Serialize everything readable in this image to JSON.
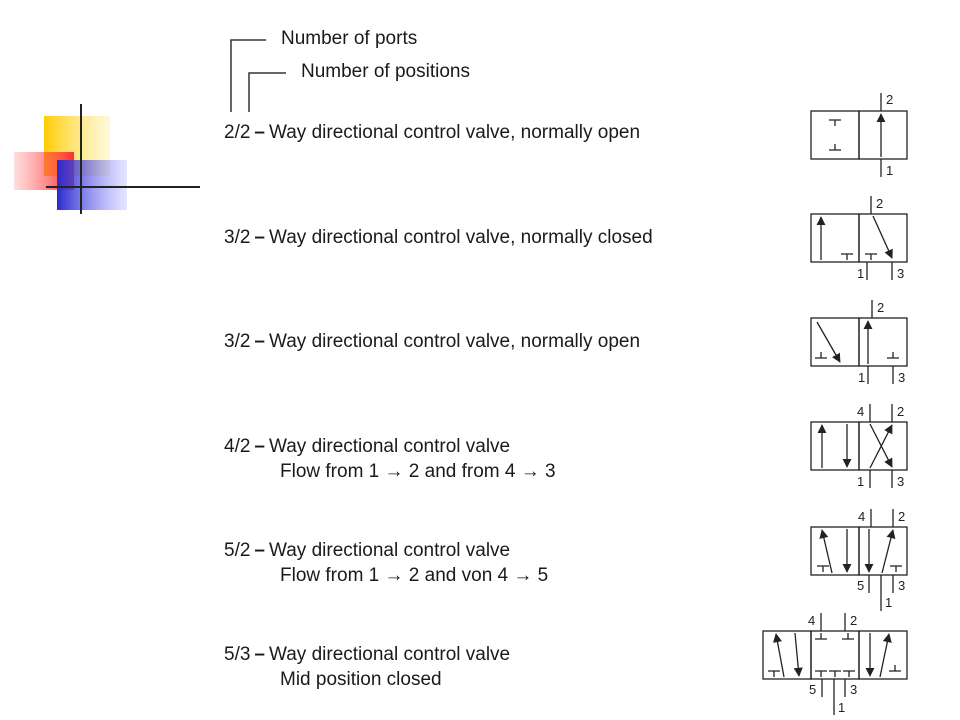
{
  "header": {
    "ports_label": "Number of ports",
    "positions_label": "Number of positions"
  },
  "valves": [
    {
      "code": "2/2",
      "dash": "–",
      "line1": "Way directional control valve, normally open",
      "line2": "",
      "ports": {
        "top_right": "2",
        "bottom_right": "1"
      }
    },
    {
      "code": "3/2",
      "dash": "–",
      "line1": "Way directional control valve, normally closed",
      "line2": "",
      "ports": {
        "top_right": "2",
        "bottom_left": "1",
        "bottom_right": "3"
      }
    },
    {
      "code": "3/2",
      "dash": "–",
      "line1": "Way directional control valve, normally open",
      "line2": "",
      "ports": {
        "top_right": "2",
        "bottom_left": "1",
        "bottom_right": "3"
      }
    },
    {
      "code": "4/2",
      "dash": "–",
      "line1": "Way directional control valve",
      "line2": "Flow from 1 → 2 and from 4 → 3",
      "ports": {
        "top_left": "4",
        "top_right": "2",
        "bottom_left": "1",
        "bottom_right": "3"
      }
    },
    {
      "code": "5/2",
      "dash": "–",
      "line1": "Way directional control valve",
      "line2": "Flow from 1 → 2 and von 4 → 5",
      "ports": {
        "top_left": "4",
        "top_right": "2",
        "bottom_left": "5",
        "bottom_right": "3",
        "bottom_center": "1"
      }
    },
    {
      "code": "5/3",
      "dash": "–",
      "line1": "Way directional control valve",
      "line2": "Mid position closed",
      "ports": {
        "top_left": "4",
        "top_right": "2",
        "bottom_left": "5",
        "bottom_right": "3",
        "bottom_center": "1"
      }
    }
  ],
  "colors": {
    "deco_yellow": "#ffd21a",
    "deco_red": "#ff4a4a",
    "deco_blue": "#3a3adc",
    "line": "#1a1a1a",
    "symbol": "#222222"
  }
}
